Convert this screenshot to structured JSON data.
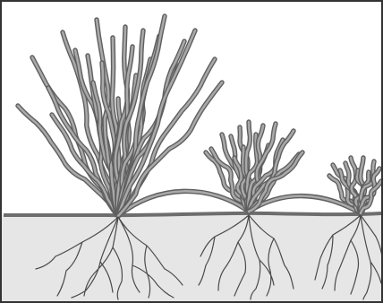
{
  "scene": {
    "subject": "grass-rhizome-spread",
    "colors": {
      "sky": "#ffffff",
      "soil": "#e6e6e6",
      "ground_line": "#6d6d6d",
      "blade_outline": "#5f5f5f",
      "blade_fill": "#a9a9a9",
      "root": "#4a4a4a",
      "frame": "#333333"
    },
    "plants": [
      {
        "name": "large-grass-clump",
        "blades": 24
      },
      {
        "name": "medium-grass-clump",
        "blades": 16
      },
      {
        "name": "small-grass-clump",
        "blades": 11
      }
    ]
  }
}
